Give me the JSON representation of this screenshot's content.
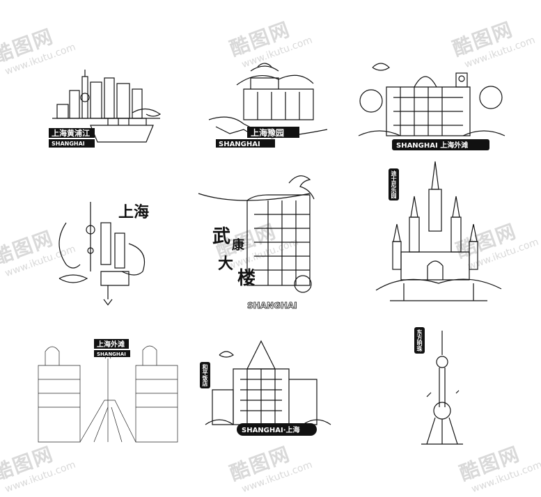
{
  "watermark": {
    "brand": "酷图网",
    "url": "www.ikutu.com"
  },
  "tiles": {
    "t1": {
      "cn": "上海黄浦江",
      "en": "SHANGHAI"
    },
    "t2": {
      "cn": "上海豫园",
      "en": "SHANGHAI"
    },
    "t3": {
      "text": "SHANGHAI 上海外滩"
    },
    "t4": {
      "cn": "上海"
    },
    "t5": {
      "cn1": "武",
      "cn2": "康",
      "cn3": "大",
      "cn4": "楼",
      "en": "SHANGHAI"
    },
    "t6": {
      "vertical": "迪士尼乐园"
    },
    "t7": {
      "cn": "上海外滩",
      "en": "SHANGHAI"
    },
    "t8": {
      "vertical": "和平饭店",
      "text": "SHANGHAI·上海"
    },
    "t9": {
      "vertical": "东方明珠"
    }
  }
}
